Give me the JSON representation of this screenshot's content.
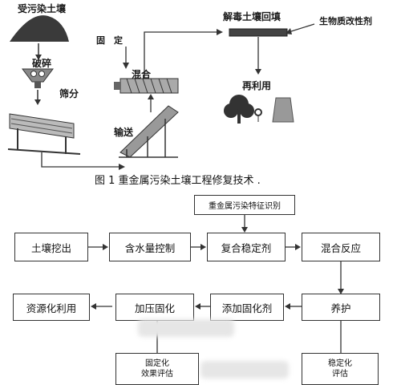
{
  "top_diagram": {
    "soil_label": "受污染土壤",
    "crush_label": "破碎",
    "sieve_label": "筛分",
    "fix_label": "固　定",
    "mix_label": "混合",
    "convey_label": "输送",
    "backfill_label": "解毒土壤回填",
    "biochar_label": "生物质改性剂",
    "reuse_label": "再利用"
  },
  "caption": "图 1 重金属污染土壤工程修复技术 .",
  "flow": {
    "identify": "重金属污染特征识别",
    "excavate": "土壤挖出",
    "moisture": "含水量控制",
    "stabilizer": "复合稳定剂",
    "mix_react": "混合反应",
    "reuse": "资源化利用",
    "pressure": "加压固化",
    "add_cure": "添加固化剂",
    "maintain": "养护",
    "solid_eval_1": "固定化",
    "solid_eval_2": "效果评估",
    "stable_eval_1": "稳定化",
    "stable_eval_2": "评估"
  }
}
